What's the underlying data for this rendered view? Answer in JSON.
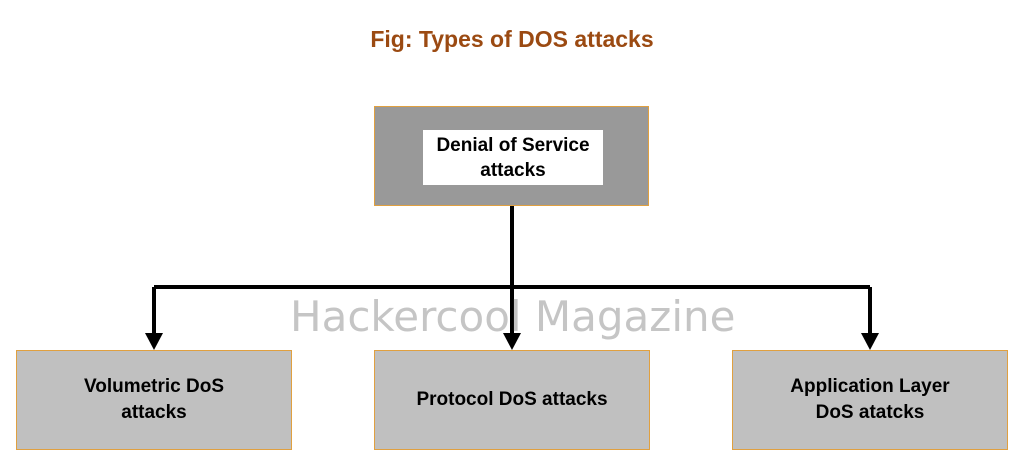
{
  "figure": {
    "title": "Fig: Types of DOS attacks"
  },
  "root": {
    "label": "Denial of Service attacks"
  },
  "children": [
    {
      "label": "Volumetric DoS attacks"
    },
    {
      "label": "Protocol DoS attacks"
    },
    {
      "label": "Application Layer DoS atatcks"
    }
  ],
  "watermark": {
    "text": "Hackercool Magazine"
  },
  "colors": {
    "title": "#9b4a12",
    "root_fill": "#999999",
    "child_fill": "#c0c0c0",
    "box_border": "#e0a040",
    "connector": "#000000"
  }
}
